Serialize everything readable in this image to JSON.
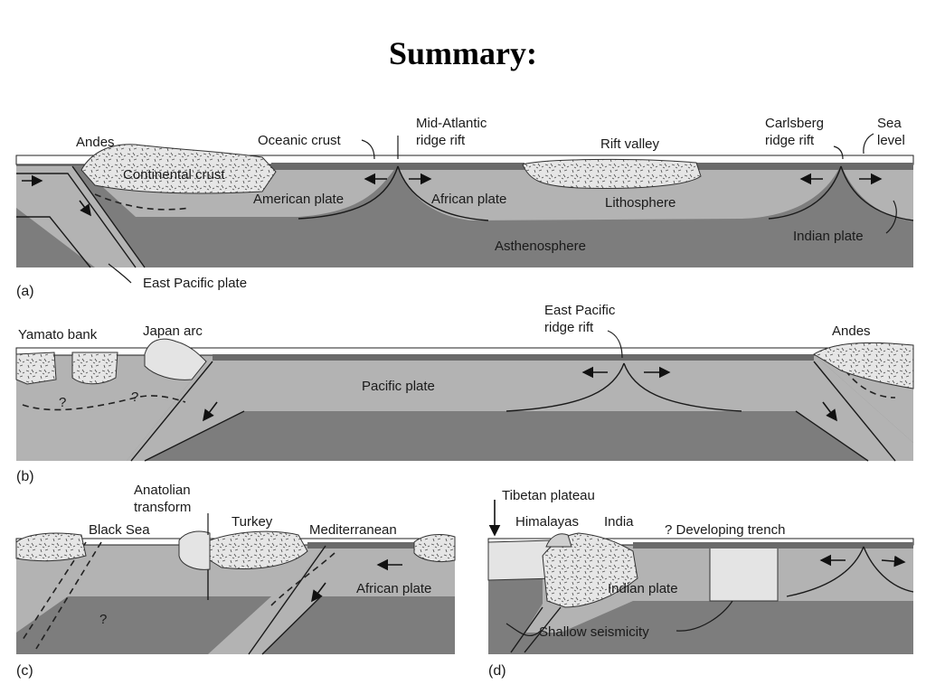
{
  "title": "Summary:",
  "panels": {
    "a": {
      "label": "(a)",
      "andes": "Andes",
      "continental_crust": "Continental crust",
      "oceanic_crust": "Oceanic crust",
      "mid_atlantic_1": "Mid-Atlantic",
      "mid_atlantic_2": "ridge rift",
      "rift_valley": "Rift valley",
      "carlsberg_1": "Carlsberg",
      "carlsberg_2": "ridge rift",
      "sea_1": "Sea",
      "sea_2": "level",
      "american_plate": "American plate",
      "african_plate": "African plate",
      "lithosphere": "Lithosphere",
      "asthenosphere": "Asthenosphere",
      "indian_plate": "Indian plate",
      "east_pacific_plate": "East Pacific plate"
    },
    "b": {
      "label": "(b)",
      "yamato_bank": "Yamato bank",
      "japan_arc": "Japan arc",
      "east_pacific_1": "East Pacific",
      "east_pacific_2": "ridge rift",
      "andes": "Andes",
      "pacific_plate": "Pacific plate",
      "question_1": "?",
      "question_2": "?"
    },
    "c": {
      "label": "(c)",
      "anatolian_1": "Anatolian",
      "anatolian_2": "transform",
      "black_sea": "Black Sea",
      "turkey": "Turkey",
      "mediterranean": "Mediterranean",
      "african_plate": "African plate",
      "question": "?"
    },
    "d": {
      "label": "(d)",
      "tibetan_plateau": "Tibetan plateau",
      "himalayas": "Himalayas",
      "india": "India",
      "developing_trench": "? Developing trench",
      "indian_plate": "Indian plate",
      "shallow_seismicity": "Shallow seismicity"
    }
  },
  "colors": {
    "lithosphere": "#b3b3b3",
    "asthenosphere": "#7d7d7d",
    "crust_speckle": "#e6e6e6",
    "oceanic_crust": "#6a6a6a",
    "light_block": "#e4e4e4",
    "sea": "#ffffff"
  }
}
